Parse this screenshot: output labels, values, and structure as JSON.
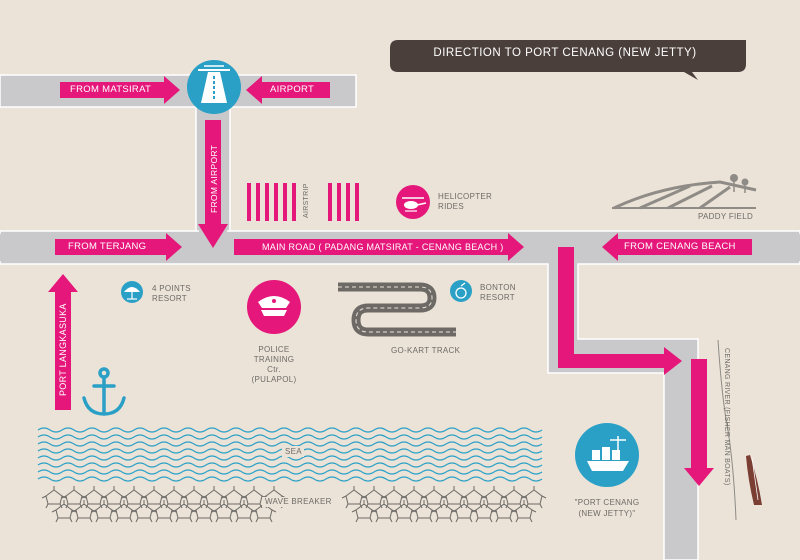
{
  "title": "DIRECTION TO PORT CENANG (NEW JETTY)",
  "colors": {
    "road": "#c9c9cb",
    "arrow": "#e5177a",
    "badge": "#2aa0c6",
    "badge_pink": "#e5177a",
    "title_bg": "#4a3f3b",
    "text": "#6d6a66",
    "background": "#ebe3d8"
  },
  "arrows": {
    "from_matsirat": "FROM MATSIRAT",
    "airport": "AIRPORT",
    "from_airport": "FROM AIRPORT",
    "from_terjang": "FROM TERJANG",
    "main_road": "MAIN ROAD ( PADANG MATSIRAT - CENANG BEACH )",
    "from_cenang_beach": "FROM CENANG BEACH",
    "port_langkasuka": "PORT LANGKASUKA"
  },
  "landmarks": {
    "airstrip": "AIRSTRIP",
    "helicopter": "HELICOPTER RIDES",
    "paddy_field": "PADDY FIELD",
    "four_points": "4 POINTS RESORT",
    "bonton": "BONTON RESORT",
    "police_l1": "POLICE",
    "police_l2": "TRAINING",
    "police_l3": "Ctr.",
    "police_l4": "(PULAPOL)",
    "go_kart": "GO-KART TRACK",
    "sea": "SEA",
    "wave_breaker": "WAVE BREAKER",
    "cenang_river": "CENANG RIVER (FISHER MAN BOATS)",
    "port_cenang_l1": "\"PORT CENANG",
    "port_cenang_l2": "(NEW JETTY)\""
  },
  "icons": [
    "runway-icon",
    "police-cap-icon",
    "anchor-icon",
    "ship-icon",
    "helicopter-icon",
    "umbrella-icon",
    "resort-icon",
    "paddy-field-icon",
    "boat-icon"
  ]
}
